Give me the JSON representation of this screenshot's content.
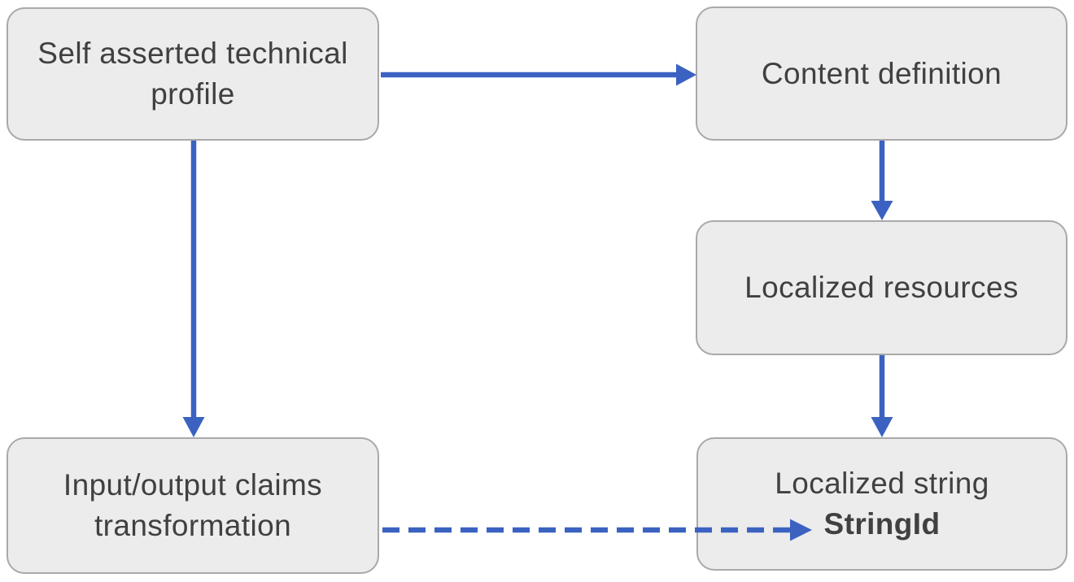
{
  "diagram": {
    "nodes": [
      {
        "id": "self-asserted-technical-profile",
        "label": "Self asserted technical profile"
      },
      {
        "id": "content-definition",
        "label": "Content definition"
      },
      {
        "id": "localized-resources",
        "label": "Localized resources"
      },
      {
        "id": "input-output-claims-transformation",
        "label": "Input/output claims transformation"
      },
      {
        "id": "localized-string",
        "label": "Localized string",
        "sublabel": "StringId",
        "sublabel_bold": true
      }
    ],
    "edges": [
      {
        "from": "self-asserted-technical-profile",
        "to": "content-definition",
        "style": "solid",
        "direction": "right"
      },
      {
        "from": "content-definition",
        "to": "localized-resources",
        "style": "solid",
        "direction": "down"
      },
      {
        "from": "localized-resources",
        "to": "localized-string",
        "style": "solid",
        "direction": "down"
      },
      {
        "from": "self-asserted-technical-profile",
        "to": "input-output-claims-transformation",
        "style": "solid",
        "direction": "down"
      },
      {
        "from": "input-output-claims-transformation",
        "to": "localized-string",
        "style": "dashed",
        "direction": "right",
        "points_at": "StringId"
      }
    ],
    "colors": {
      "arrow": "#3B62C1",
      "node_fill": "#ECECEC",
      "node_border": "#A9A9A9",
      "text": "#404040",
      "background": "#FFFFFF"
    }
  }
}
